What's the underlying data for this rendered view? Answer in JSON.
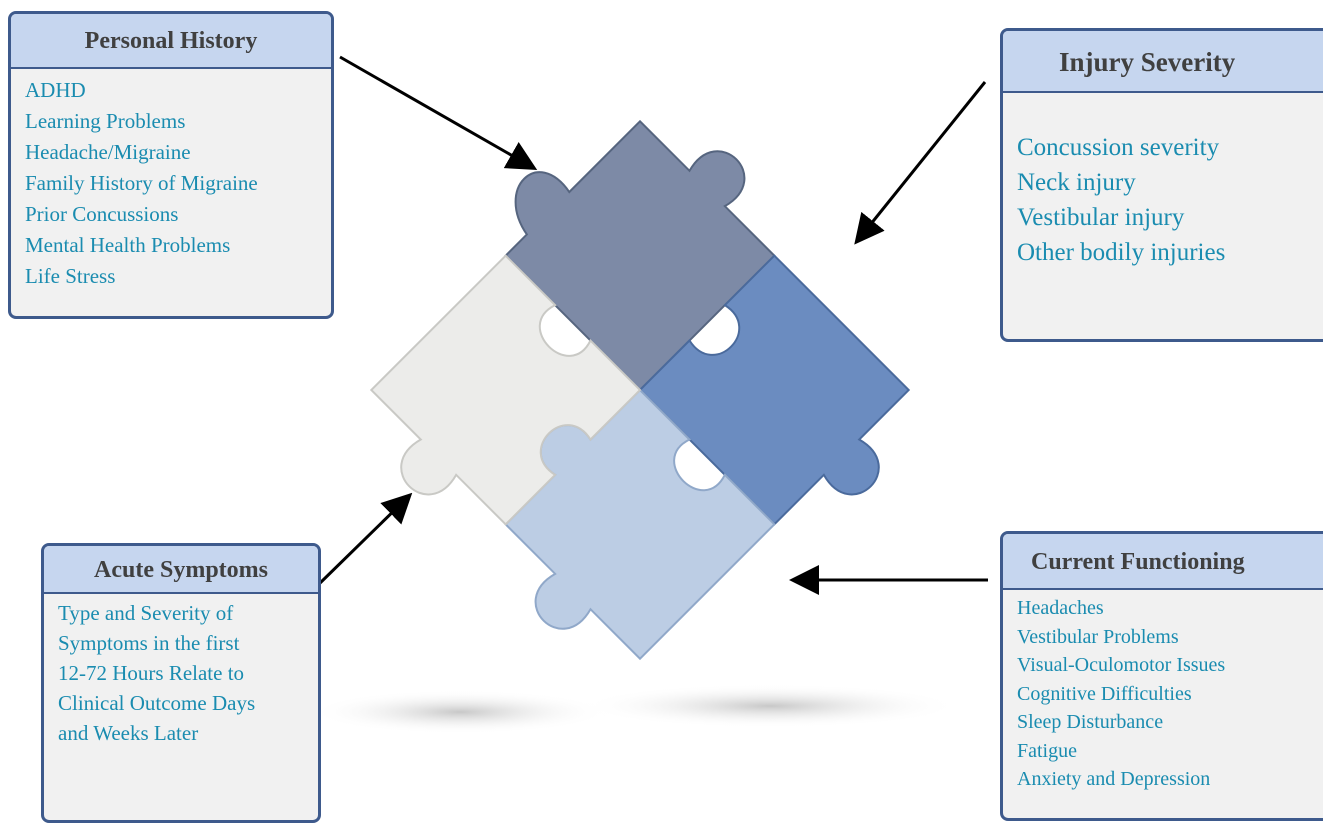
{
  "personal_history": {
    "title": "Personal History",
    "items": [
      "ADHD",
      "Learning Problems",
      "Headache/Migraine",
      "Family History of Migraine",
      "Prior Concussions",
      "Mental Health Problems",
      "Life Stress"
    ]
  },
  "injury_severity": {
    "title": "Injury Severity",
    "items": [
      "Concussion severity",
      "Neck injury",
      "Vestibular injury",
      "Other bodily injuries"
    ]
  },
  "acute_symptoms": {
    "title": "Acute Symptoms",
    "items": [
      "Type and Severity of",
      "Symptoms in the first",
      "12-72 Hours Relate to",
      "Clinical Outcome Days",
      "and Weeks Later"
    ]
  },
  "current_functioning": {
    "title": "Current Functioning",
    "items": [
      "Headaches",
      "Vestibular Problems",
      "Visual-Oculomotor Issues",
      "Cognitive Difficulties",
      "Sleep Disturbance",
      "Fatigue",
      "Anxiety and Depression"
    ]
  },
  "colors": {
    "box_border": "#3e5a8c",
    "box_header_bg": "#c6d6ef",
    "box_body_bg": "#f1f1f1",
    "heading_text": "#404040",
    "item_text": "#1a8cb0",
    "piece_top": "#7d8aa6",
    "piece_right": "#6b8cc0",
    "piece_bottom": "#bccde4",
    "piece_left": "#ececea"
  }
}
